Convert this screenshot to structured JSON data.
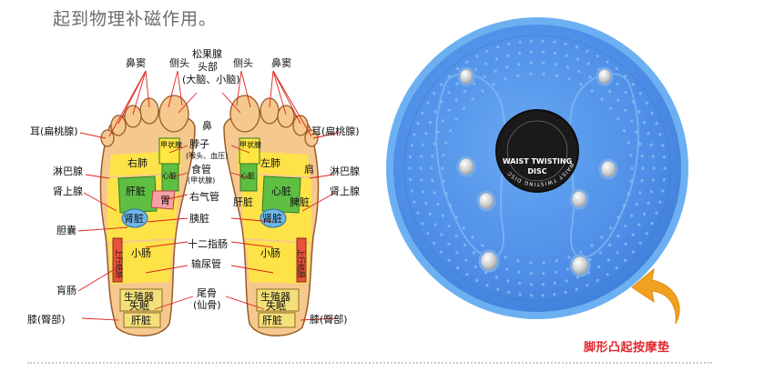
{
  "caption": "起到物理补磁作用。",
  "disc_center_label": {
    "line1": "WAIST TWISTING",
    "line2": "DISC",
    "ring_text": "WAIST TWISTING DISC"
  },
  "bottom_caption": "脚形凸起按摩垫",
  "colors": {
    "disc_blue": "#4f8fe6",
    "disc_edge": "#6fb2f2",
    "arrow_orange": "#f2a11f",
    "caption_red": "#e3262d",
    "line_red": "#e0201a"
  },
  "diagram_labels": {
    "nose_sinus_left": "鼻窦",
    "side_head_left": "侧头",
    "pineal": "松果腺",
    "head": "头部",
    "brain": "(大脑、小脑)",
    "side_head_right": "侧头",
    "nose_sinus_right": "鼻窦",
    "ear_left": "耳(扁桃腺)",
    "nose": "鼻",
    "ear_right": "耳(扁桃腺)",
    "neck": "脖子",
    "neck_sub": "(喉头、血压)",
    "lymph_left": "淋巴腺",
    "right_lung_left": "右肺",
    "esophagus": "食管",
    "esophagus_sub": "(甲状腺)",
    "left_lung": "左肺",
    "shoulder": "肩",
    "lymph_right": "淋巴腺",
    "adrenal_left": "肾上腺",
    "liver_left": "肝脏",
    "right_trachea": "右气管",
    "heart_right": "心脏",
    "adrenal_right": "肾上腺",
    "gallbladder": "胆囊",
    "kidney_left": "肾脏",
    "stomach": "胃",
    "pancreas": "胰脏",
    "liver_right": "肝脏",
    "spleen": "脾脏",
    "kidney_right": "肾脏",
    "duodenum": "十二指肠",
    "small_int_left": "小肠",
    "ureter": "输尿管",
    "small_int_right": "小肠",
    "colon_left": "上行结肠",
    "colon_right": "上行结肠",
    "rectum": "肓肠",
    "tailbone": "尾骨",
    "tailbone_sub": "(仙骨)",
    "knee_left": "膝(臀部)",
    "knee_right": "膝(臀部)",
    "reproductive_left": "生殖器",
    "insomnia_left": "失眠",
    "heel_liver_left": "肝脏",
    "reproductive_right": "生殖器",
    "insomnia_right": "失眠",
    "heel_liver_right": "肝脏",
    "thyroid_left": "甲状腺",
    "heart_left": "心脏",
    "thyroid_right": "甲状腺",
    "heart_center": "心脏"
  }
}
